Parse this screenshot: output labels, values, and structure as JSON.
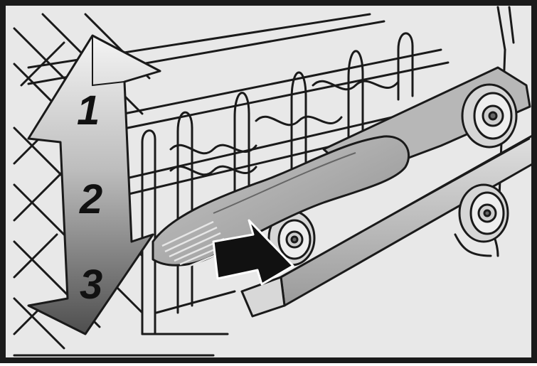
{
  "figure": {
    "labels": [
      "1",
      "2",
      "3"
    ],
    "colors": {
      "background": "#e6e6e6",
      "frame": "#1a1a1a",
      "wire": "#1a1a1a",
      "lever": "#a9a9a9",
      "arrow_light": "#f2f2f2",
      "arrow_dark": "#5a5a5a",
      "push_arrow": "#111111"
    },
    "icons": [
      "height-adjust-arrow-icon",
      "press-arrow-icon",
      "wheel-icon"
    ]
  }
}
